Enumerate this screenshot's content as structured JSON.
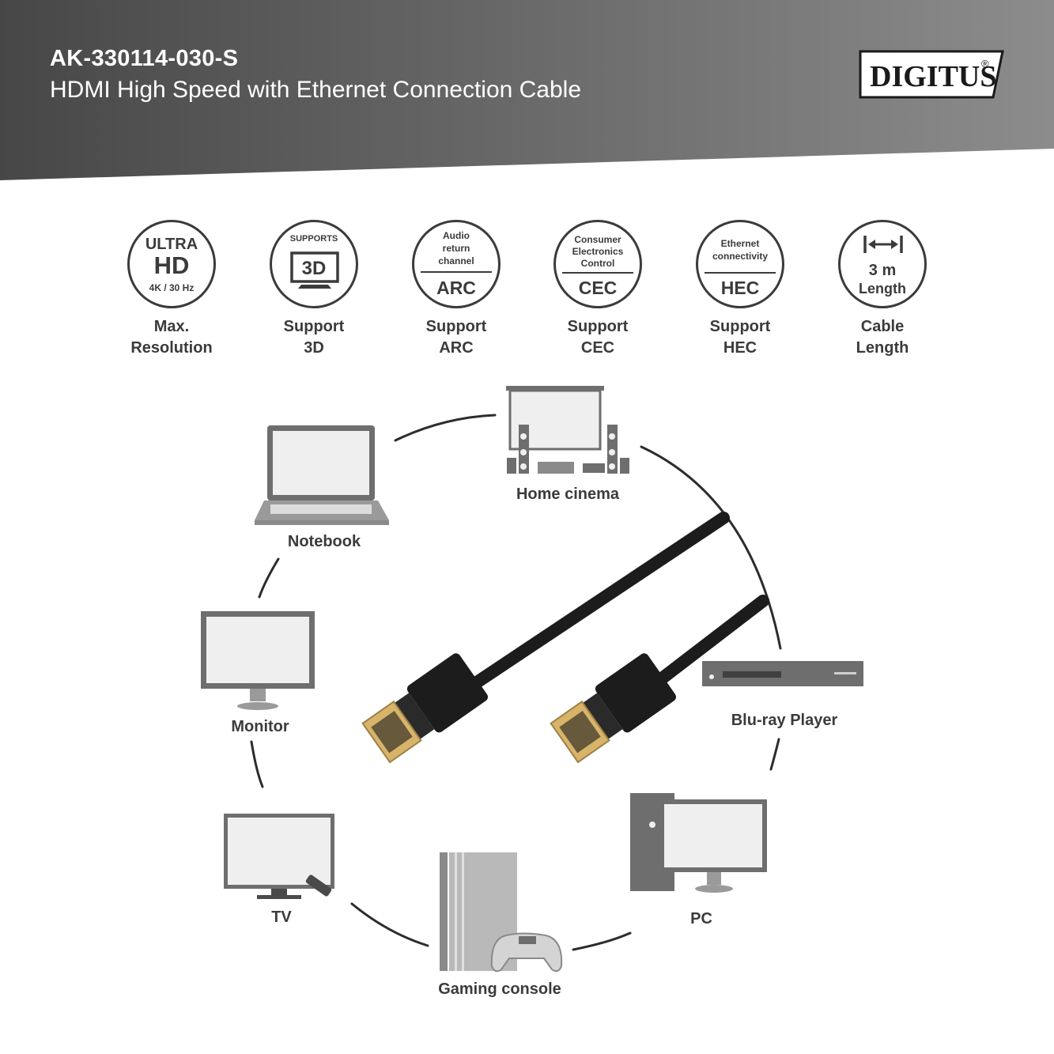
{
  "header": {
    "product_code": "AK-330114-030-S",
    "product_name": "HDMI High Speed with Ethernet Connection Cable",
    "brand": "DIGITUS",
    "brand_mark": "®"
  },
  "features": [
    {
      "badge": [
        "ULTRA",
        "HD",
        "4K / 30 Hz"
      ],
      "caption": [
        "Max.",
        "Resolution"
      ]
    },
    {
      "badge": [
        "SUPPORTS",
        "3D"
      ],
      "caption": [
        "Support",
        "3D"
      ]
    },
    {
      "badge": [
        "Audio",
        "return",
        "channel",
        "ARC"
      ],
      "caption": [
        "Support",
        "ARC"
      ]
    },
    {
      "badge": [
        "Consumer",
        "Electronics",
        "Control",
        "CEC"
      ],
      "caption": [
        "Support",
        "CEC"
      ]
    },
    {
      "badge": [
        "Ethernet",
        "connectivity",
        "HEC"
      ],
      "caption": [
        "Support",
        "HEC"
      ]
    },
    {
      "badge": [
        "3 m",
        "Length"
      ],
      "caption": [
        "Cable",
        "Length"
      ]
    }
  ],
  "devices": {
    "home_cinema": "Home cinema",
    "notebook": "Notebook",
    "monitor": "Monitor",
    "bluray": "Blu-ray Player",
    "tv": "TV",
    "pc": "PC",
    "console": "Gaming console"
  },
  "colors": {
    "banner_dark": "#4a4a4a",
    "banner_light": "#8a8a8a",
    "icon_gray": "#3b3b3b",
    "device_gray": "#6e6e6e",
    "screen": "#efefef",
    "cable": "#1e1e1e",
    "gold": "#d8b46a"
  }
}
